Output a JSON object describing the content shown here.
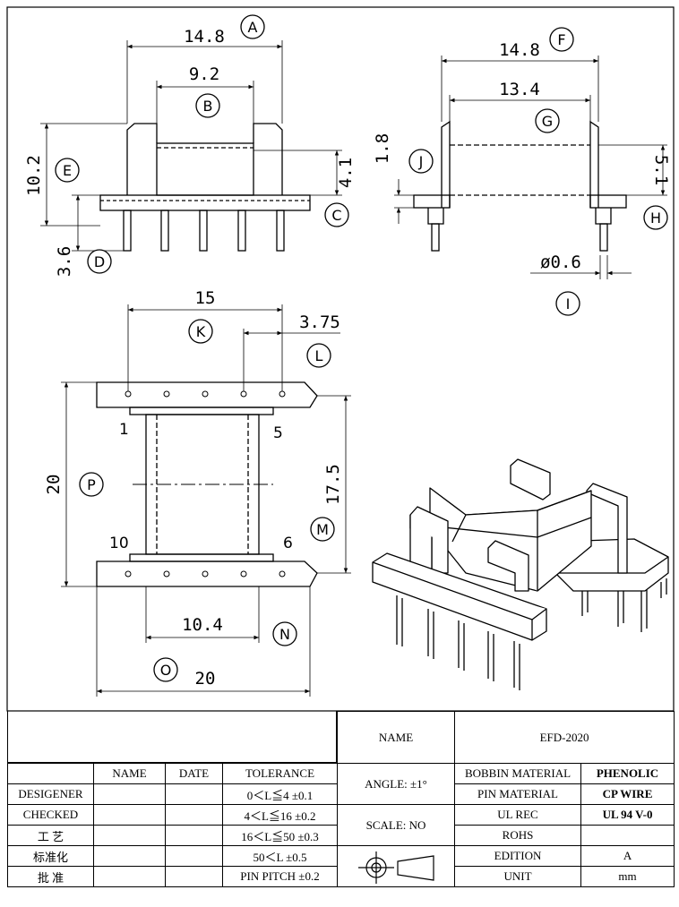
{
  "views": {
    "front": {
      "dims": {
        "overall_width": "14.8",
        "window_width": "9.2",
        "height": "10.2",
        "window_height": "4.1",
        "pin_length": "3.6"
      },
      "callouts": {
        "a": "A",
        "b": "B",
        "c": "C",
        "d": "D",
        "e": "E"
      }
    },
    "side": {
      "dims": {
        "overall_width": "14.8",
        "inner_width": "13.4",
        "wall": "1.8",
        "height": "5.1",
        "pin_dia": "ø0.6"
      },
      "callouts": {
        "f": "F",
        "g": "G",
        "h": "H",
        "i": "I",
        "j": "J"
      }
    },
    "top": {
      "dims": {
        "overall_width": "15",
        "pitch": "3.75",
        "length": "20",
        "inner_length": "17.5",
        "window": "10.4",
        "base_width": "20"
      },
      "pins": {
        "p1": "1",
        "p5": "5",
        "p6": "6",
        "p10": "10"
      },
      "callouts": {
        "k": "K",
        "l": "L",
        "m": "M",
        "n": "N",
        "o": "O",
        "p": "P"
      }
    }
  },
  "title_block": {
    "header": {
      "name": "NAME",
      "date": "DATE",
      "tolerance": "TOLERANCE"
    },
    "rows": [
      {
        "role": "DESIGENER",
        "tol": "0＜L≦4  ±0.1"
      },
      {
        "role": "CHECKED",
        "tol": "4＜L≦16  ±0.2"
      },
      {
        "role": "工  艺",
        "tol": "16＜L≦50  ±0.3"
      },
      {
        "role": "标准化",
        "tol": "50＜L      ±0.5"
      },
      {
        "role": "批  准",
        "tol": "PIN PITCH  ±0.2"
      }
    ],
    "name_label": "NAME",
    "part_name": "EFD-2020",
    "angle": "ANGLE: ±1°",
    "scale": "SCALE:  NO",
    "specs": [
      {
        "k": "BOBBIN MATERIAL",
        "v": "PHENOLIC"
      },
      {
        "k": "PIN MATERIAL",
        "v": "CP WIRE"
      },
      {
        "k": "UL REC",
        "v": "UL 94 V-0"
      },
      {
        "k": "ROHS",
        "v": ""
      },
      {
        "k": "EDITION",
        "v": "A"
      },
      {
        "k": "UNIT",
        "v": "mm"
      }
    ]
  }
}
